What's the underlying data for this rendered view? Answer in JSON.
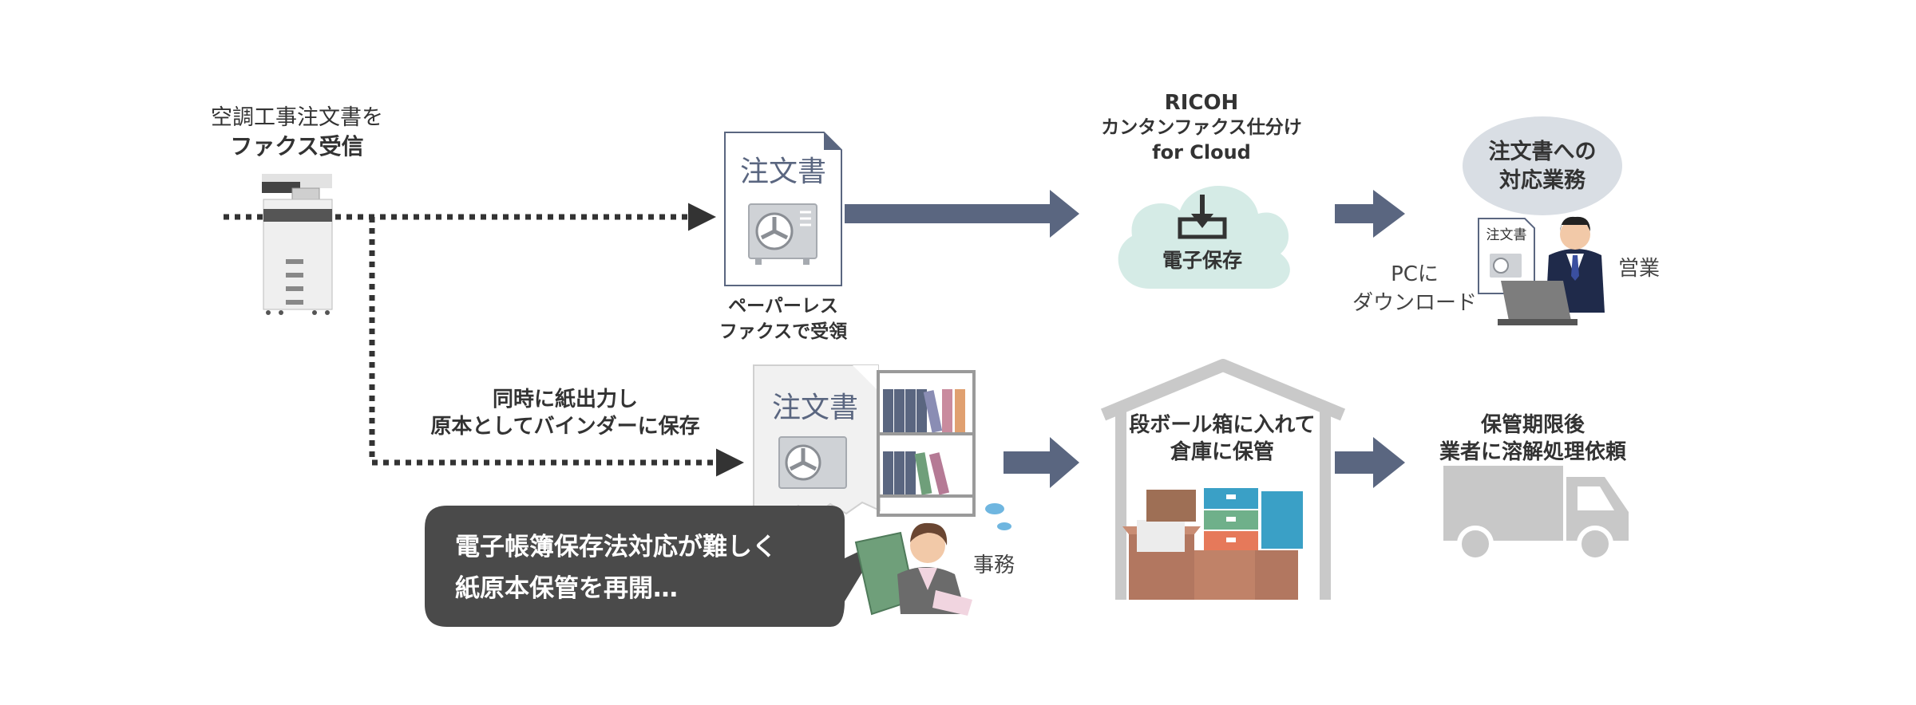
{
  "source": {
    "line1": "空調工事注文書を",
    "line2": "ファクス受信"
  },
  "paperless": {
    "line1": "ペーパーレス",
    "line2": "ファクスで受領"
  },
  "document": {
    "title": "注文書"
  },
  "service": {
    "line1": "RICOH",
    "line2": "カンタンファクス仕分け",
    "line3": "for Cloud"
  },
  "cloud": {
    "label": "電子保存"
  },
  "pc_download": {
    "line1": "PCに",
    "line2": "ダウンロード"
  },
  "sales_bubble": {
    "line1": "注文書への",
    "line2": "対応業務"
  },
  "sales_label": "営業",
  "print": {
    "line1": "同時に紙出力し",
    "line2": "原本としてバインダーに保存"
  },
  "speech": {
    "line1": "電子帳簿保存法対応が難しく",
    "line2": "紙原本保管を再開…"
  },
  "office_label": "事務",
  "warehouse": {
    "line1": "段ボール箱に入れて",
    "line2": "倉庫に保管"
  },
  "disposal": {
    "line1": "保管期限後",
    "line2": "業者に溶解処理依頼"
  },
  "colors": {
    "arrow": "#5a6680",
    "dot": "#333333",
    "cloud": "#d5ebe6",
    "bubble": "#d9dee4",
    "speech": "#4a4a4a",
    "doc_text": "#5a6680"
  }
}
